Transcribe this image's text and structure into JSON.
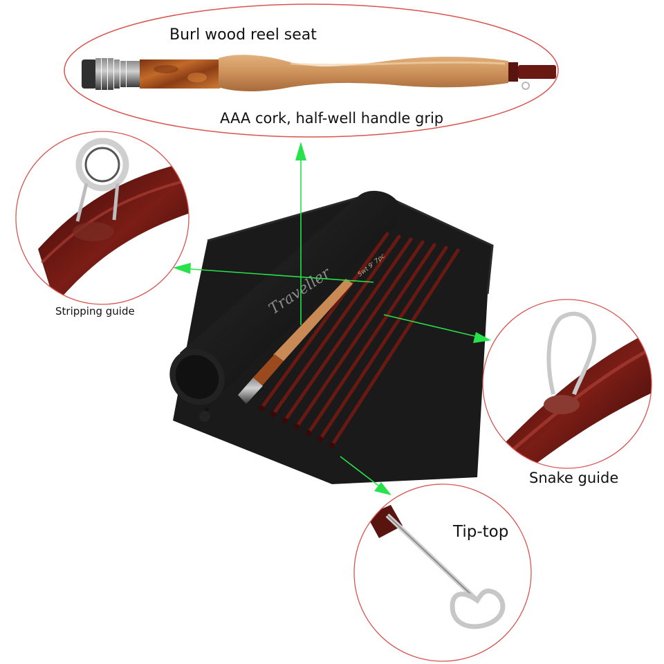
{
  "callouts": {
    "reel_seat": "Burl wood reel seat",
    "grip": "AAA cork, half-well handle grip",
    "stripping_guide": "Stripping guide",
    "snake_guide": "Snake guide",
    "tip_top": "Tip-top"
  },
  "tube_brand": "Traveller",
  "rod_spec": "5wt 9' 7pc",
  "rod_sections": 7,
  "colors": {
    "callout_outline": "#d9534f",
    "arrow": "#27e24a",
    "blank": "#5a1410",
    "cork": "#c98a55",
    "burl_wood": "#a8531f",
    "bag": "#1a1a1a"
  }
}
